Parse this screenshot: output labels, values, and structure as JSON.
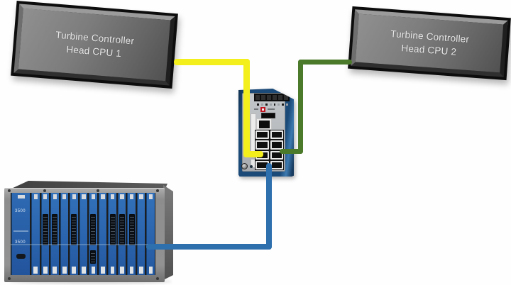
{
  "nodes": {
    "cpu1": {
      "line1": "Turbine Controller",
      "line2": "Head CPU 1"
    },
    "cpu2": {
      "line1": "Turbine Controller",
      "line2": "Head CPU 2"
    },
    "switch": {
      "type": "industrial-ethernet-switch",
      "body_color": "#1b4a78",
      "panel_color": "#b9bcc0",
      "logo_color": "#c01622",
      "rj45_ports": 8,
      "aux_ports": 1
    },
    "rack": {
      "model_label": "3500",
      "frame_color": "#909090",
      "card_color": "#2a63ac",
      "card_slots": 14
    }
  },
  "connections": [
    {
      "name": "cpu1-to-switch",
      "color": "#f3ef1d"
    },
    {
      "name": "cpu2-to-switch",
      "color": "#4c7a2b"
    },
    {
      "name": "rack-to-switch",
      "color": "#2e6fae"
    }
  ]
}
